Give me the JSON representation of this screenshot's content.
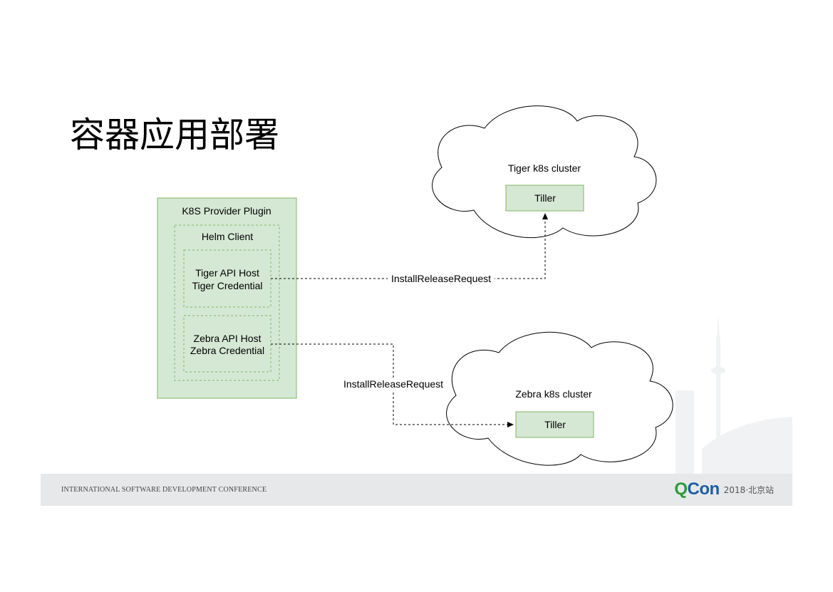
{
  "slide": {
    "title": "容器应用部署"
  },
  "diagram": {
    "provider": {
      "label": "K8S Provider Plugin",
      "helm_client_label": "Helm Client",
      "tiger_host": {
        "line1": "Tiger API Host",
        "line2": "Tiger Credential"
      },
      "zebra_host": {
        "line1": "Zebra API Host",
        "line2": "Zebra Credential"
      }
    },
    "tiger_cluster": {
      "label": "Tiger k8s cluster",
      "tiller_label": "Tiller"
    },
    "zebra_cluster": {
      "label": "Zebra k8s cluster",
      "tiller_label": "Tiller"
    },
    "edges": {
      "tiger_request": "InstallReleaseRequest",
      "zebra_request": "InstallReleaseRequest"
    },
    "colors": {
      "box_fill": "#d5e8d4",
      "box_stroke": "#82b366",
      "edge": "#000000"
    }
  },
  "footer": {
    "conference": "INTERNATIONAL SOFTWARE DEVELOPMENT CONFERENCE",
    "brand_q": "Q",
    "brand_con": "Con",
    "event": "2018·北京站"
  }
}
